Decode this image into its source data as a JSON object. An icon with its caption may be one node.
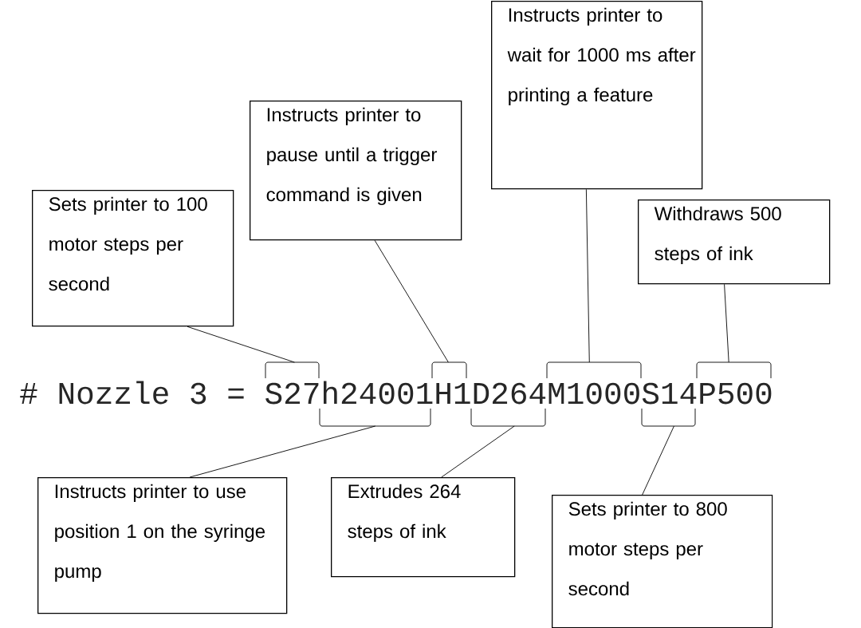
{
  "diagram": {
    "nodes": [
      {
        "text": [
          "Sets printer to 100 motor steps per second"
        ]
      },
      {
        "text": [
          "Instructs printer to pause until a trigger command is given"
        ]
      },
      {
        "text": [
          "Instructs printer to wait for 1000 ms after printing a feature"
        ]
      },
      {
        "text": [
          "Withdraws 500 steps of ink"
        ]
      },
      {
        "text": [
          "Instructs printer to use position 1 on the syringe pump"
        ]
      },
      {
        "text": [
          "Extrudes 264 steps of ink"
        ]
      },
      {
        "text": [
          "Sets printer to 800 motor steps per second"
        ]
      },
      {
        "text": [],
        "shape": "bracket"
      },
      {
        "text": [],
        "shape": "bracket"
      },
      {
        "text": [],
        "shape": "bracket"
      },
      {
        "text": [],
        "shape": "bracket"
      },
      {
        "text": [],
        "shape": "bracket"
      },
      {
        "text": [],
        "shape": "bracket"
      },
      {
        "text": [],
        "shape": "bracket"
      }
    ],
    "edges": [
      {
        "from": 0,
        "to": 7,
        "arrow": "none"
      },
      {
        "from": 1,
        "to": 9,
        "arrow": "none"
      },
      {
        "from": 2,
        "to": 11,
        "arrow": "none"
      },
      {
        "from": 3,
        "to": 13,
        "arrow": "none"
      },
      {
        "from": 4,
        "to": 8,
        "arrow": "none"
      },
      {
        "from": 5,
        "to": 10,
        "arrow": "none"
      },
      {
        "from": 6,
        "to": 12,
        "arrow": "none"
      }
    ],
    "labels": [
      "# Nozzle 3 = S27h24001H1D264M1000S14P500"
    ]
  }
}
